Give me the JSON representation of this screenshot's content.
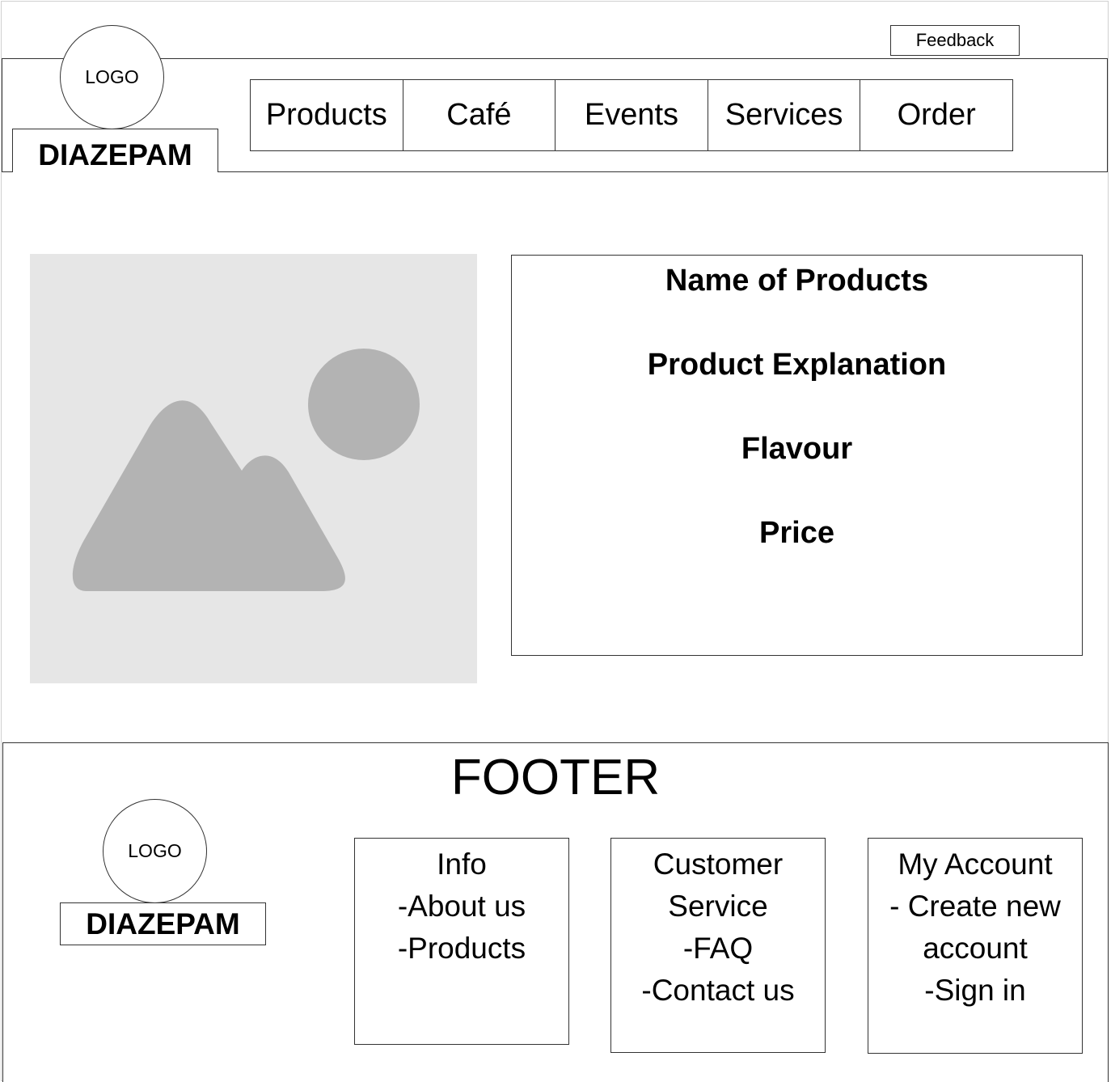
{
  "header": {
    "feedback_label": "Feedback",
    "logo_label": "LOGO",
    "brand_name": "DIAZEPAM",
    "nav": [
      "Products",
      "Café",
      "Events",
      "Services",
      "Order"
    ]
  },
  "product": {
    "name": "Name of Products",
    "explanation": "Product Explanation",
    "flavour": "Flavour",
    "price": "Price"
  },
  "footer": {
    "title": "FOOTER",
    "logo_label": "LOGO",
    "brand_name": "DIAZEPAM",
    "columns": [
      {
        "lines": [
          "Info",
          "-About us",
          "-Products"
        ]
      },
      {
        "lines": [
          "Customer",
          "Service",
          "-FAQ",
          "-Contact us"
        ]
      },
      {
        "lines": [
          "My Account",
          "- Create new",
          "account",
          "-Sign in"
        ]
      }
    ]
  }
}
